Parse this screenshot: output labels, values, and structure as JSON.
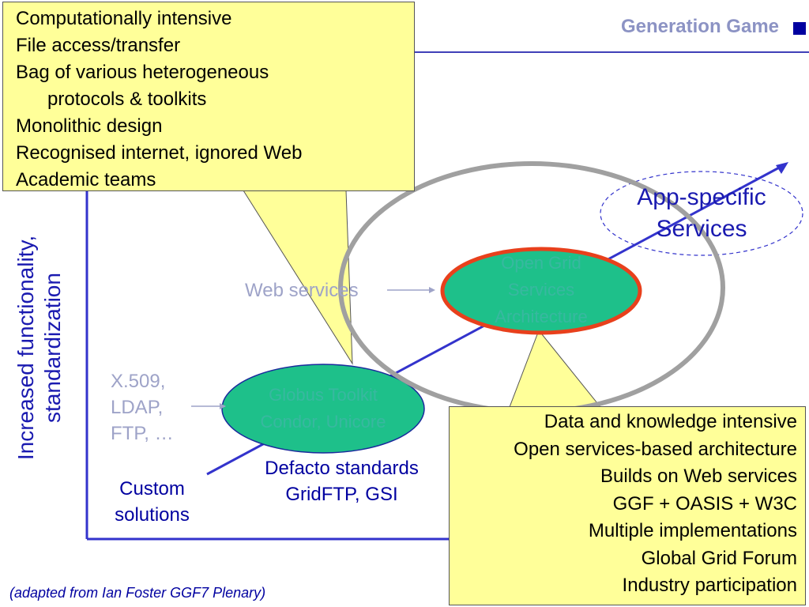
{
  "header": {
    "title": "Generation Game"
  },
  "colors": {
    "axis": "#3333cc",
    "callout_fill": "#ffff99",
    "ellipse_fill": "#1ec08a",
    "ogsa_border": "#e8401c",
    "highlight_ring": "#a0a0a0",
    "label_grey": "#9ea3c8",
    "label_navy": "#0000a0"
  },
  "y_axis": {
    "line1": "Increased functionality,",
    "line2": "standardization"
  },
  "callout_top": {
    "items": [
      "Computationally intensive",
      "File access/transfer",
      "Bag of various heterogeneous",
      "protocols & toolkits",
      "Monolithic design",
      "Recognised internet, ignored Web",
      "Academic teams"
    ]
  },
  "callout_bottom": {
    "items": [
      "Data and knowledge intensive",
      "Open services-based architecture",
      "Builds on Web services",
      "GGF + OASIS + W3C",
      "Multiple implementations",
      "Global Grid Forum",
      "Industry participation"
    ]
  },
  "labels": {
    "x509": [
      "X.509,",
      "LDAP,",
      "FTP, …"
    ],
    "custom": [
      "Custom",
      "solutions"
    ],
    "defacto": [
      "Defacto standards",
      "GridFTP, GSI"
    ],
    "web_services": "Web services"
  },
  "ellipses": {
    "globus": [
      "Globus Toolkit",
      "Condor, Unicore"
    ],
    "ogsa": [
      "Open Grid",
      "Services",
      "Architecture"
    ],
    "app_specific": [
      "App-specific",
      "Services"
    ]
  },
  "footer": {
    "note": "(adapted from Ian Foster GGF7 Plenary)"
  }
}
